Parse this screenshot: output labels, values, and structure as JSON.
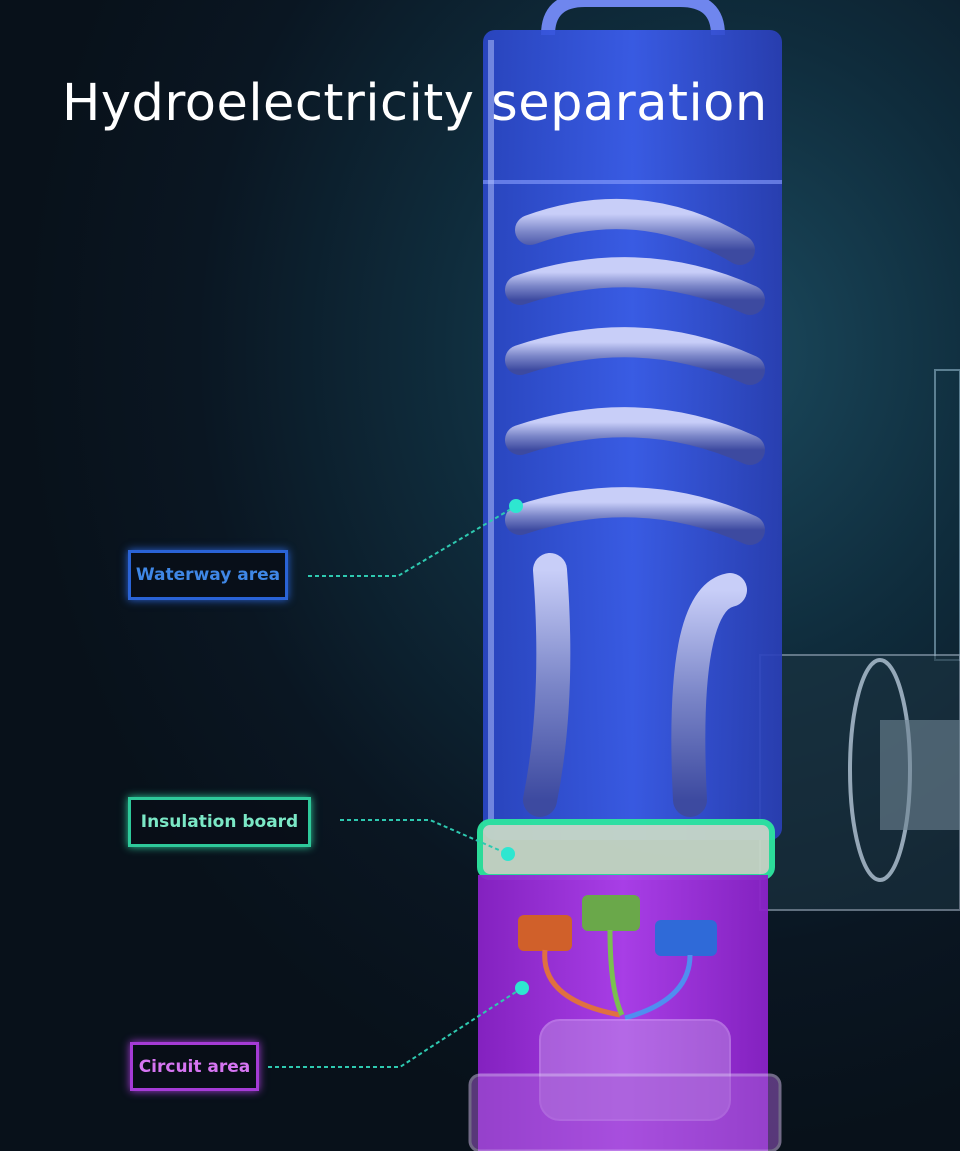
{
  "title": "Hydroelectricity separation",
  "labels": {
    "waterway": "Waterway area",
    "insulation": "Insulation board",
    "circuit": "Circuit area"
  },
  "colors": {
    "waterway": "#2a63d6",
    "insulation": "#2ec99a",
    "circuit": "#a53bd6",
    "marker": "#2ee6d0"
  }
}
